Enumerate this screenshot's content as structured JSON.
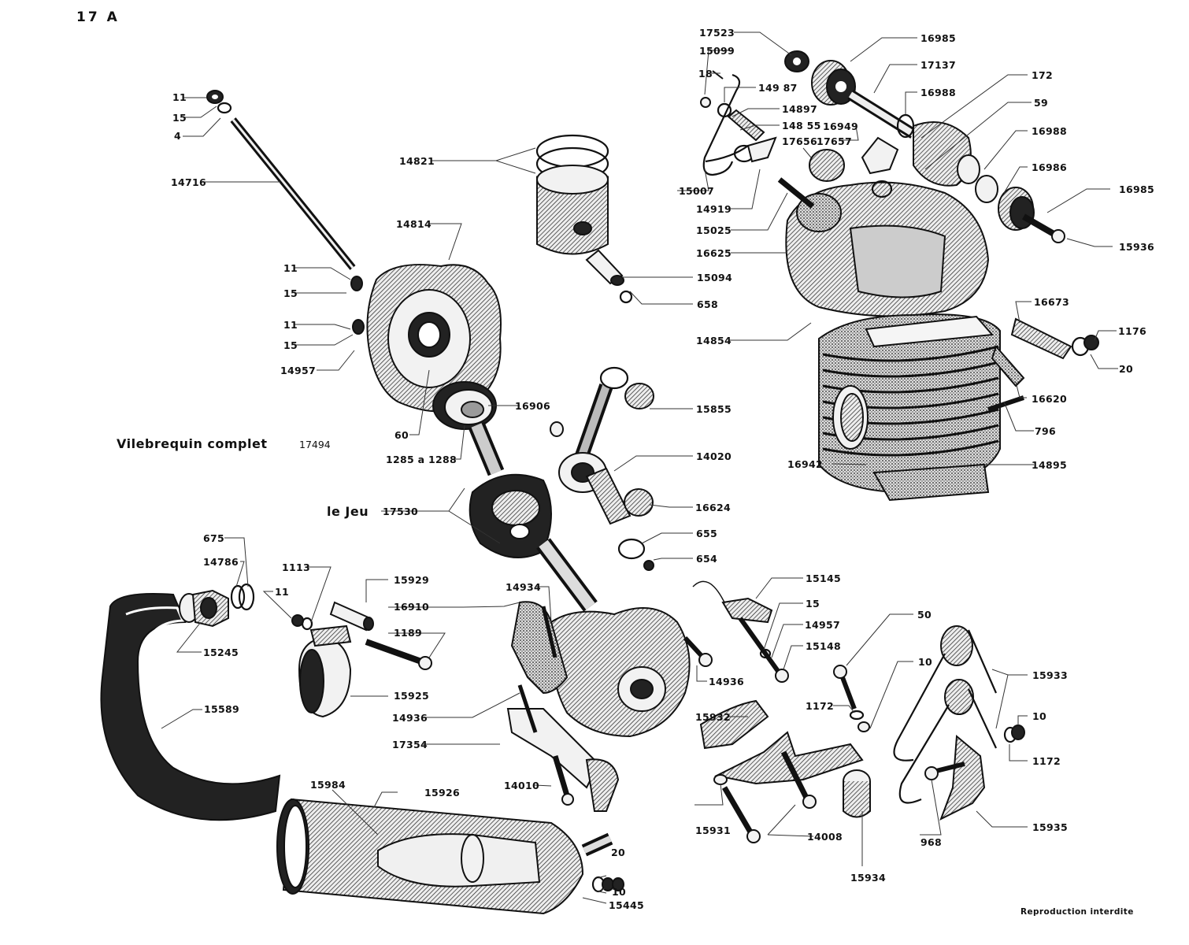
{
  "page": {
    "number": "17 A",
    "footer": "Reproduction interdite"
  },
  "titles": {
    "crankshaft_label": "Vilebrequin complet",
    "crankshaft_number": "17494",
    "play_label": "le Jeu",
    "play_number": "17530"
  },
  "callouts": {
    "top_left": [
      "11",
      "15",
      "4",
      "14716"
    ],
    "piston": [
      "14821",
      "15094",
      "658"
    ],
    "crankcase_left": [
      "14814",
      "11",
      "15",
      "11",
      "15",
      "14957",
      "60",
      "1285 a 1288",
      "16906"
    ],
    "conrod": [
      "15855",
      "14020",
      "16624",
      "655",
      "654"
    ],
    "head_top": [
      "17523",
      "15099",
      "18",
      "149 87",
      "14897",
      "148 55",
      "16949",
      "17656",
      "17657",
      "15007",
      "14919",
      "15025",
      "16625"
    ],
    "head_right": [
      "16985",
      "17137",
      "16988",
      "172",
      "59",
      "16988",
      "16986",
      "16985",
      "15936"
    ],
    "cylinder": [
      "14854",
      "16673",
      "1176",
      "20",
      "16620",
      "796",
      "16942",
      "14895"
    ],
    "exhaust": [
      "675",
      "14786",
      "11",
      "1113",
      "15245",
      "15929",
      "1189",
      "15925",
      "15589",
      "15984",
      "15926",
      "20",
      "10",
      "15445"
    ],
    "crankcase_right": [
      "14934",
      "16910",
      "14936",
      "14936",
      "17354",
      "14010",
      "15145",
      "15",
      "14957",
      "15148"
    ],
    "bracket": [
      "50",
      "1172",
      "10",
      "15932",
      "15931",
      "14008",
      "15934",
      "15933",
      "10",
      "1172",
      "968",
      "15935"
    ]
  }
}
